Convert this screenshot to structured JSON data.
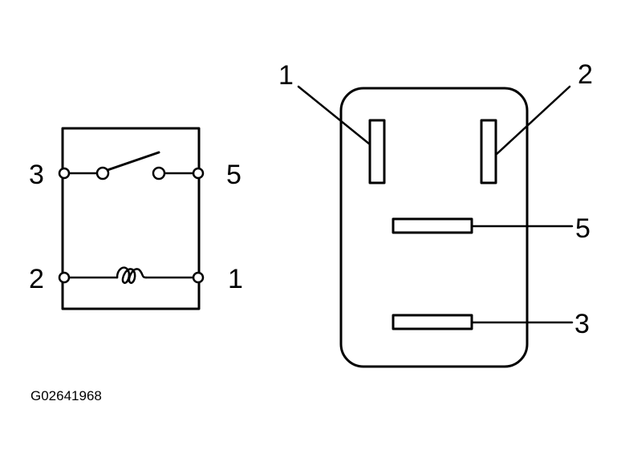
{
  "schematic": {
    "labels": {
      "terminal_3": "3",
      "terminal_5": "5",
      "terminal_2": "2",
      "terminal_1": "1"
    }
  },
  "connector": {
    "labels": {
      "pin_1": "1",
      "pin_2": "2",
      "pin_5": "5",
      "pin_3": "3"
    }
  },
  "figure_code": "G02641968"
}
